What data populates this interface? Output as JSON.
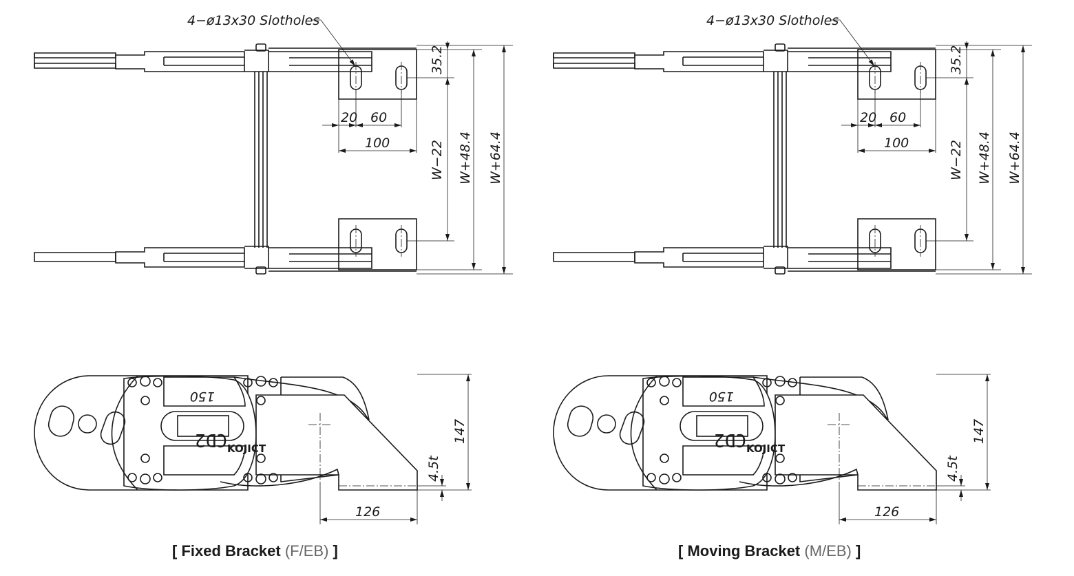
{
  "views": [
    {
      "id": "fixed",
      "callout": "4−ø13x30 Slotholes",
      "dims": {
        "slot_gap": "35.2",
        "offset": "20",
        "pitch": "60",
        "plate_len": "100",
        "inner": "W−22",
        "mid": "W+48.4",
        "outer": "W+64.4",
        "height": "147",
        "thickness": "4.5t",
        "length": "126"
      },
      "link_number": "150",
      "link_model": "CD2",
      "brand_mirrored": "KOJICT",
      "caption": {
        "bracket": "[ Fixed Bracket",
        "code": "(F/EB)",
        "close": "]"
      }
    },
    {
      "id": "moving",
      "callout": "4−ø13x30 Slotholes",
      "dims": {
        "slot_gap": "35.2",
        "offset": "20",
        "pitch": "60",
        "plate_len": "100",
        "inner": "W−22",
        "mid": "W+48.4",
        "outer": "W+64.4",
        "height": "147",
        "thickness": "4.5t",
        "length": "126"
      },
      "link_number": "150",
      "link_model": "CD2",
      "brand_mirrored": "KOJICT",
      "caption": {
        "bracket": "[ Moving Bracket",
        "code": "(M/EB)",
        "close": "]"
      }
    }
  ]
}
